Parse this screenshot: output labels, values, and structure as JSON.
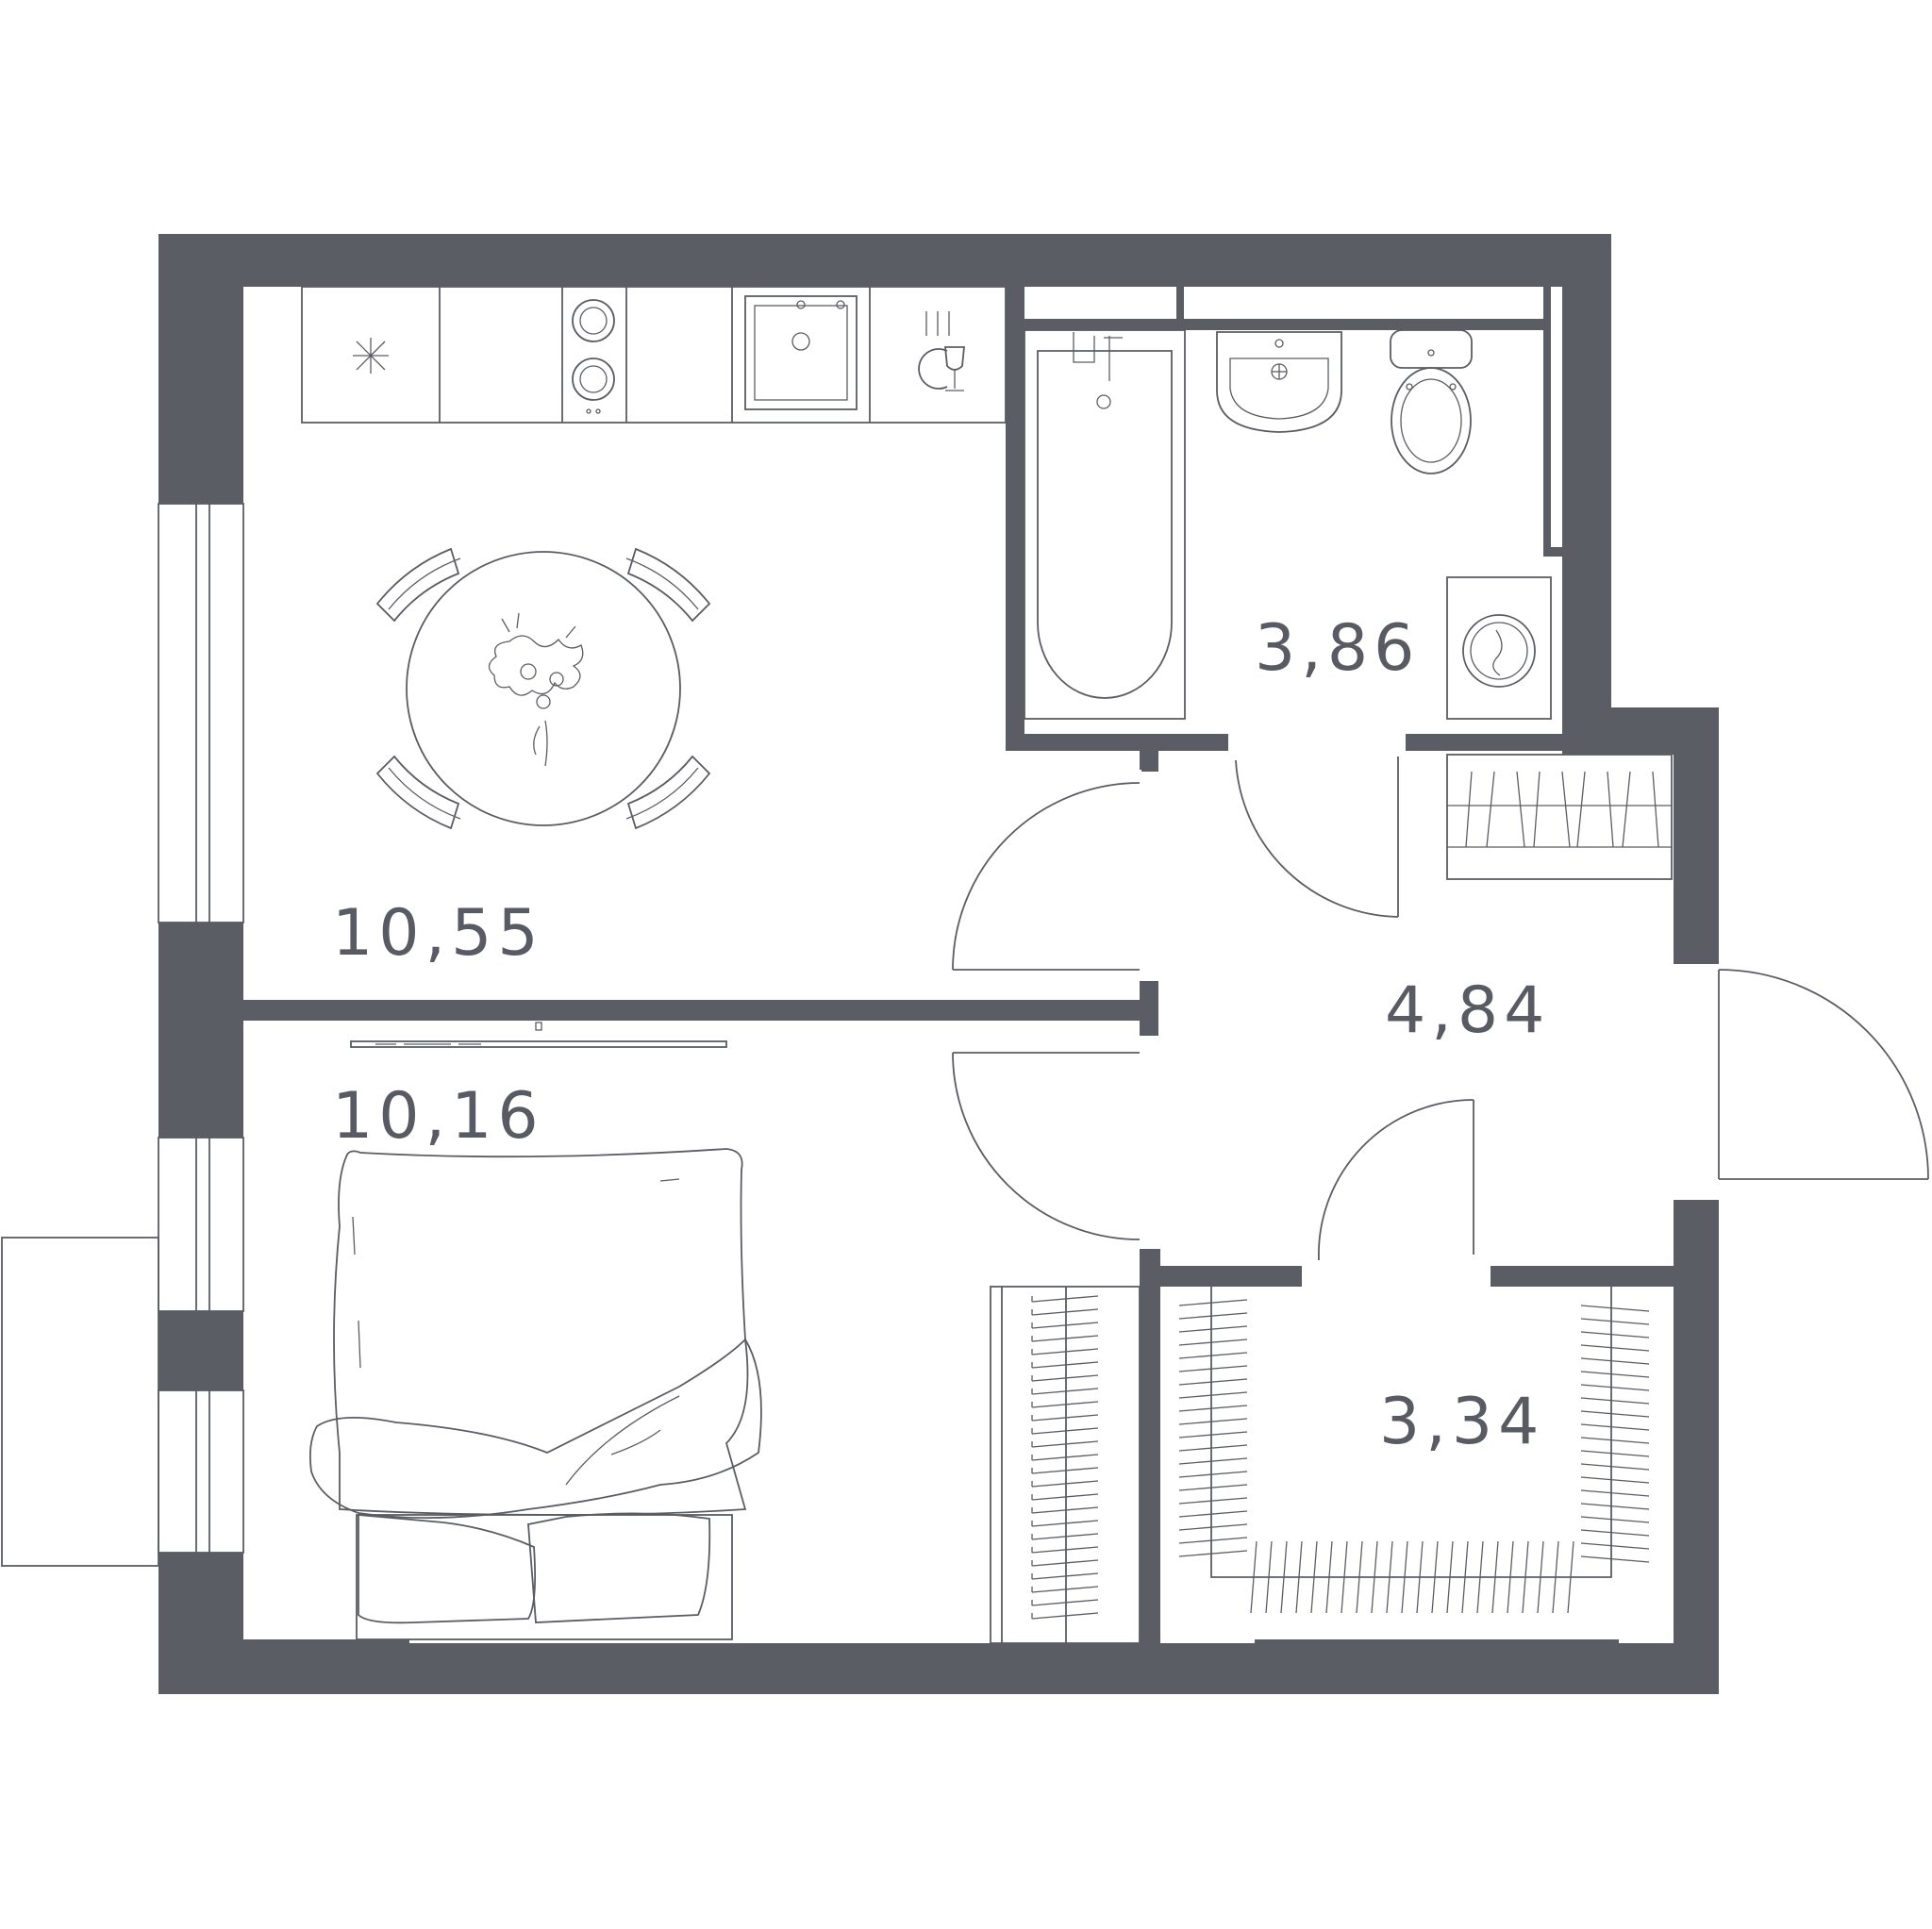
{
  "rooms": {
    "kitchen_living": {
      "area": "10,55"
    },
    "bedroom": {
      "area": "10,16"
    },
    "bathroom": {
      "area": "3,86"
    },
    "hallway": {
      "area": "4,84"
    },
    "wardrobe": {
      "area": "3,34"
    }
  },
  "colors": {
    "wall": "#5a5d64",
    "line": "#5a5d64",
    "text": "#585b63",
    "background": "#ffffff"
  }
}
